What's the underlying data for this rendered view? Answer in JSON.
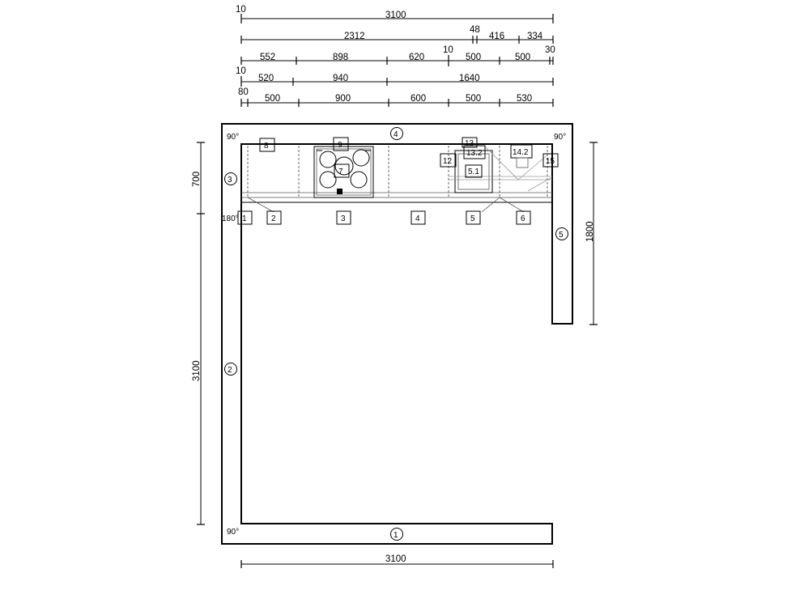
{
  "dimensions": {
    "row1": [
      "10",
      "3100"
    ],
    "row2": [
      "2312",
      "48",
      "416",
      "334"
    ],
    "row3": [
      "552",
      "898",
      "620",
      "10",
      "500",
      "500",
      "30"
    ],
    "row4": [
      "10",
      "520",
      "940",
      "1640"
    ],
    "row5": [
      "80",
      "500",
      "900",
      "600",
      "500",
      "530"
    ],
    "bottom": "3100",
    "left_upper": "700",
    "left_lower": "3100",
    "right": "1800"
  },
  "angles": {
    "top_left": "90°",
    "top_right": "90°",
    "mid_left": "180°",
    "bottom_left": "90°"
  },
  "wall_markers": [
    "1",
    "2",
    "3",
    "4",
    "5"
  ],
  "cabinet_labels": [
    "1",
    "2",
    "3",
    "4",
    "5",
    "6"
  ],
  "item_labels": {
    "l8": "8",
    "l9": "9",
    "l7": "7",
    "l12": "12",
    "l13": "13",
    "l13_2": "13.2",
    "l5_1": "5.1",
    "l14_2": "14.2",
    "l15": "15"
  }
}
